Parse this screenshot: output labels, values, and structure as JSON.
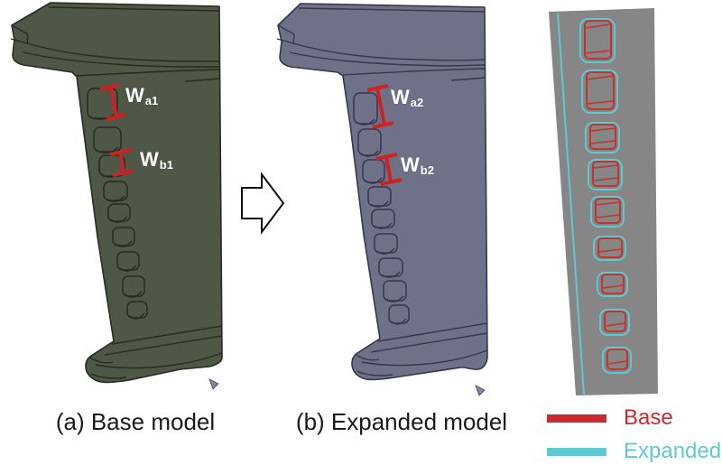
{
  "captions": {
    "base": "(a) Base model",
    "expanded": "(b) Expanded model"
  },
  "annotations": {
    "wa1": {
      "main": "W",
      "sub": "a1"
    },
    "wb1": {
      "main": "W",
      "sub": "b1"
    },
    "wa2": {
      "main": "W",
      "sub": "a2"
    },
    "wb2": {
      "main": "W",
      "sub": "b2"
    }
  },
  "legend": {
    "base": {
      "label": "Base"
    },
    "expanded": {
      "label": "Expanded"
    }
  },
  "colors": {
    "base_model_fill": "#4f5746",
    "expanded_model_fill": "#6f7189",
    "overlay_strip_fill": "#868686",
    "dimension_marker_red": "#cc2222",
    "overlay_base_outline": "#c23430",
    "overlay_expanded_outline": "#5fc9d1",
    "legend_base_color": "#cc2a2e",
    "legend_expanded_color": "#5fc9d1",
    "caption_text": "#1a1a1a"
  }
}
